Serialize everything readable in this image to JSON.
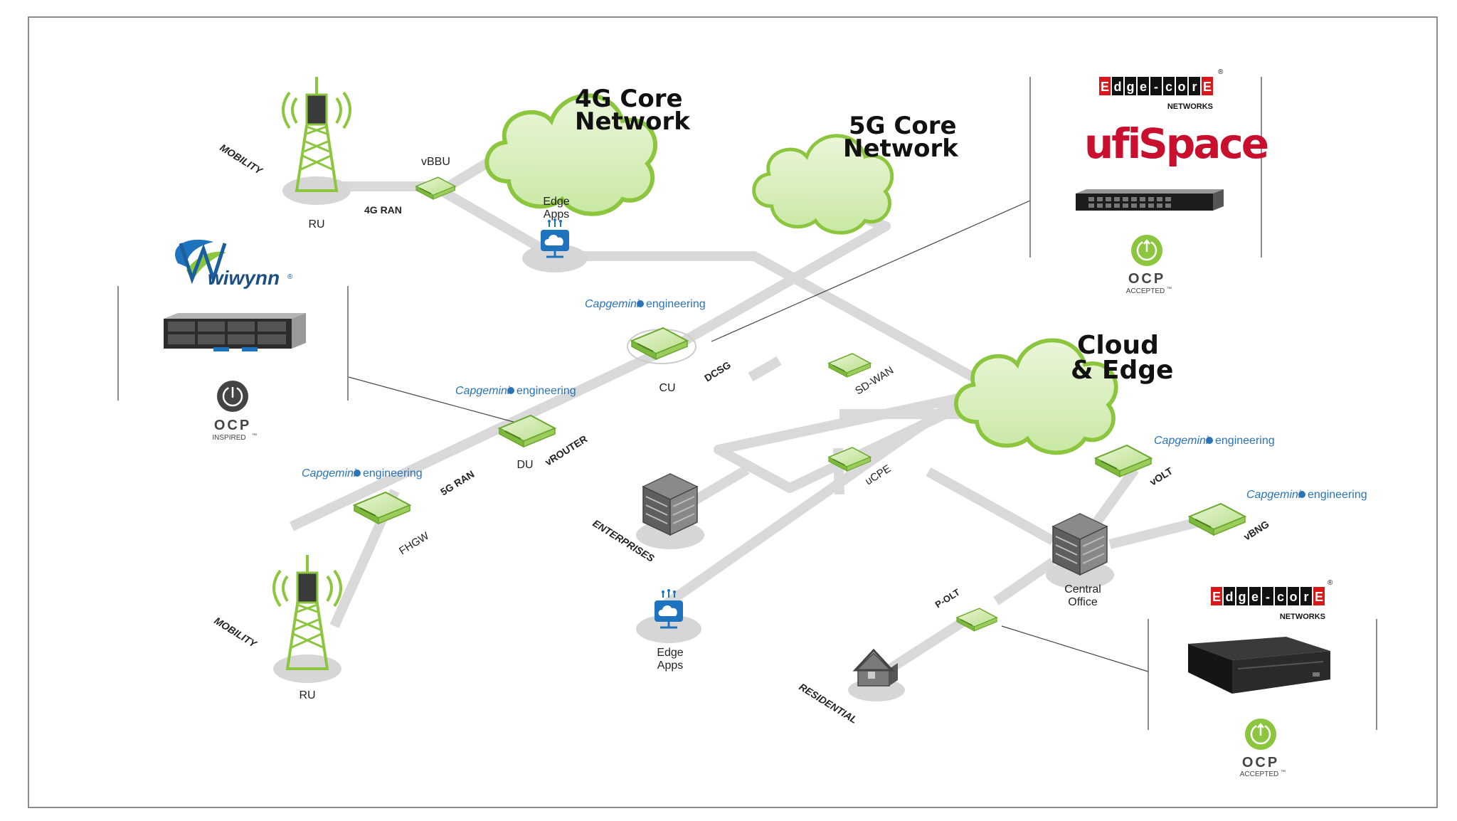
{
  "clouds": {
    "core4g": [
      "4G Core",
      "Network"
    ],
    "core5g": [
      "5G Core",
      "Network"
    ],
    "edge": [
      "Cloud",
      "& Edge"
    ]
  },
  "labels": {
    "mobility": "MOBILITY",
    "ru": "RU",
    "ran4g": "4G RAN",
    "vbbu": "vBBU",
    "edge_apps": [
      "Edge",
      "Apps"
    ],
    "cu": "CU",
    "dcsg": "DCSG",
    "du": "DU",
    "vrouter": "vROUTER",
    "ran5g": "5G RAN",
    "fhgw": "FHGW",
    "sdwan": "SD-WAN",
    "ucpe": "uCPE",
    "enterprises": "ENTERPRISES",
    "volt": "vOLT",
    "vbng": "vBNG",
    "central_office": [
      "Central",
      "Office"
    ],
    "polt": "P-OLT",
    "residential": "RESIDENTIAL"
  },
  "brands": {
    "capgemini_a": "Capgemini",
    "capgemini_b": "engineering",
    "wiwynn": "wiwynn",
    "edgecore": [
      "E",
      "d",
      "g",
      "e",
      "-",
      "c",
      "o",
      "r",
      "E"
    ],
    "edgecore_sub": "NETWORKS",
    "registered": "®",
    "ufispace_a": "ufi",
    "ufispace_b": "Space",
    "ocp": "OCP",
    "ocp_accepted": "ACCEPTED",
    "ocp_inspired": "INSPIRED",
    "tm": "™"
  },
  "colors": {
    "green": "#8cc63f",
    "green_light": "#dcefc3",
    "link": "#d9d9d9",
    "capgemini": "#2a73b8",
    "edgecore_red": "#d7191c",
    "ufispace_red": "#c8102e"
  }
}
